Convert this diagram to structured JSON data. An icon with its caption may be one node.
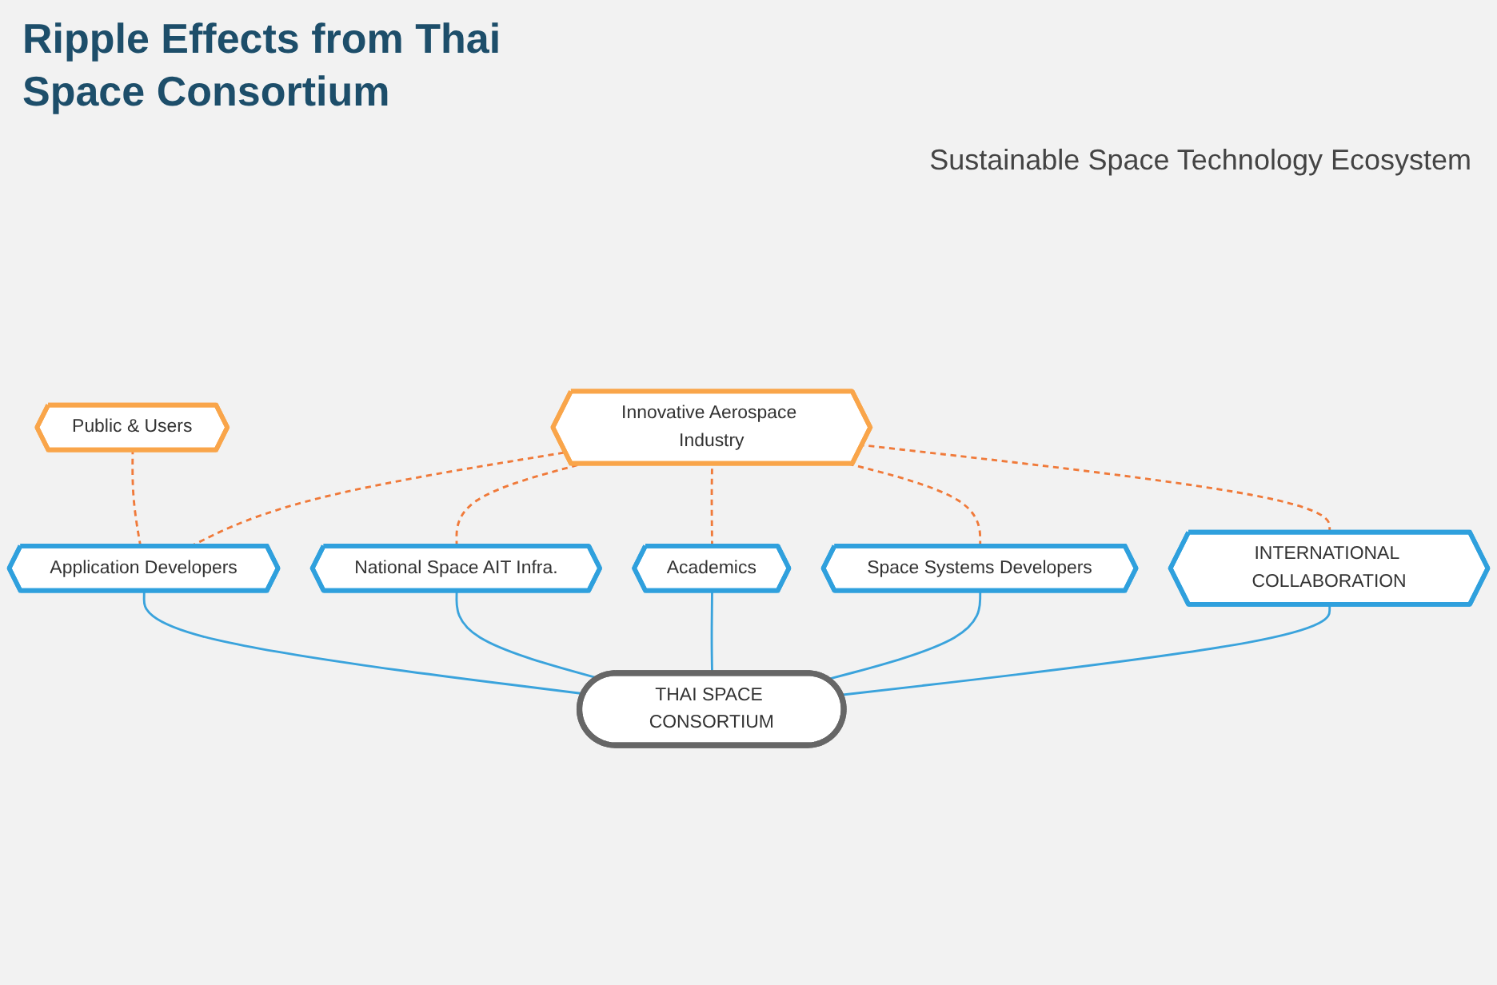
{
  "diagram": {
    "title": "Ripple Effects from Thai Space Consortium",
    "nodes": [
      {
        "text": [
          "Innovative Aerospace Industry"
        ]
      },
      {
        "text": [
          "Public & Users"
        ]
      },
      {
        "text": [
          "National Space AIT Infra."
        ]
      },
      {
        "text": [
          "Academics"
        ]
      },
      {
        "text": [
          "Space Systems Developers"
        ]
      },
      {
        "text": [
          "Application Developers"
        ]
      },
      {
        "text": [
          "INTERNATIONAL COLLABORATION"
        ]
      },
      {
        "text": [
          "THAI SPACE CONSORTIUM"
        ]
      }
    ],
    "edges": [
      {
        "from": 7,
        "to": 5,
        "arrow": "none",
        "color": "#3aa3dc"
      },
      {
        "from": 7,
        "to": 2,
        "arrow": "none",
        "color": "#3aa3dc"
      },
      {
        "from": 7,
        "to": 3,
        "arrow": "none",
        "color": "#3aa3dc"
      },
      {
        "from": 7,
        "to": 4,
        "arrow": "none",
        "color": "#3aa3dc"
      },
      {
        "from": 7,
        "to": 6,
        "arrow": "none",
        "color": "#3aa3dc"
      },
      {
        "from": 5,
        "to": 1,
        "arrow": "none",
        "style": "dashed",
        "color": "#f07a3a"
      },
      {
        "from": 5,
        "to": 0,
        "arrow": "none",
        "style": "dashed",
        "color": "#f07a3a"
      },
      {
        "from": 2,
        "to": 0,
        "arrow": "none",
        "style": "dashed",
        "color": "#f07a3a"
      },
      {
        "from": 3,
        "to": 0,
        "arrow": "none",
        "style": "dashed",
        "color": "#f07a3a"
      },
      {
        "from": 4,
        "to": 0,
        "arrow": "none",
        "style": "dashed",
        "color": "#f07a3a"
      },
      {
        "from": 6,
        "to": 0,
        "arrow": "none",
        "style": "dashed",
        "color": "#f07a3a"
      }
    ],
    "labels": [
      "Sustainable Space Technology Ecosystem"
    ]
  }
}
